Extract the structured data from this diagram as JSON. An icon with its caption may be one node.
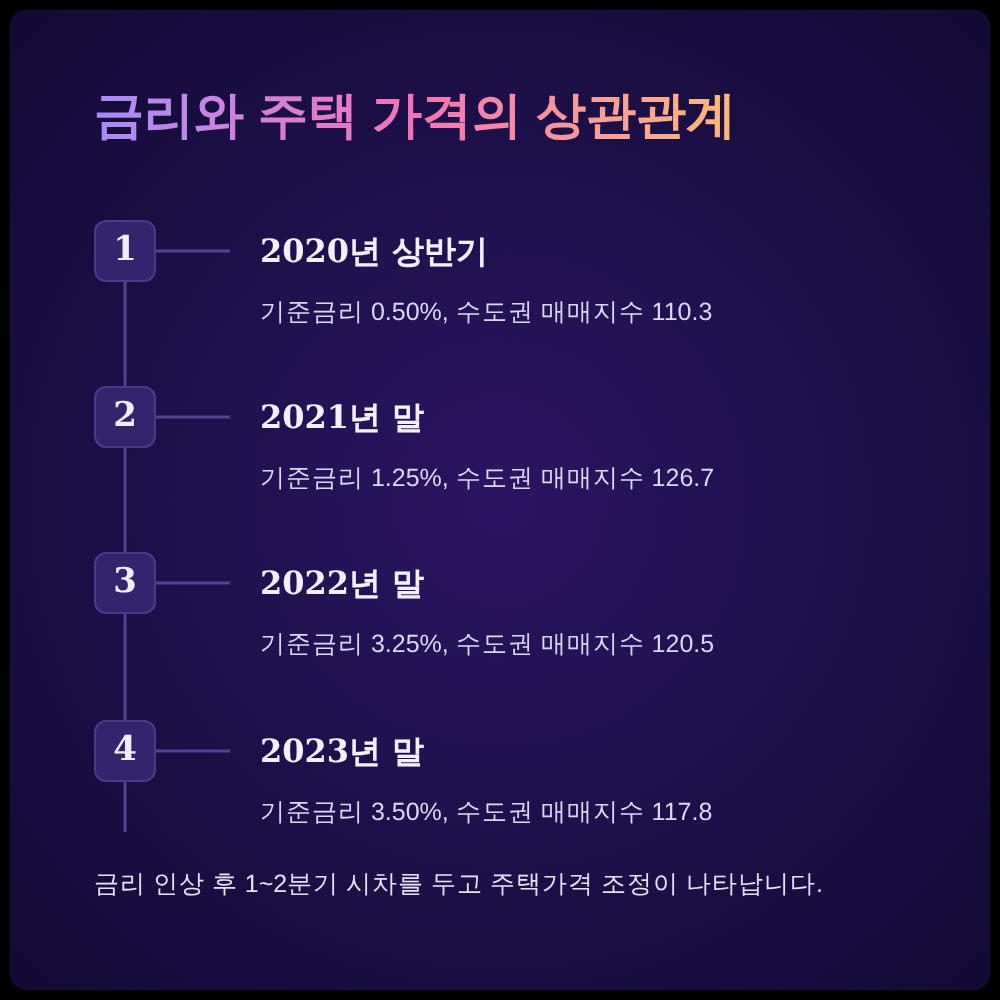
{
  "diagram": {
    "title": "금리와 주택 가격의 상관관계",
    "nodes": [
      {
        "text": [
          "1"
        ]
      },
      {
        "text": [
          "2"
        ]
      },
      {
        "text": [
          "3"
        ]
      },
      {
        "text": [
          "4"
        ]
      },
      {
        "text": [
          "2020년 상반기",
          "기준금리 0.50%, 수도권 매매지수 110.3"
        ]
      },
      {
        "text": [
          "2021년 말",
          "기준금리 1.25%, 수도권 매매지수 126.7"
        ]
      },
      {
        "text": [
          "2022년 말",
          "기준금리 3.25%, 수도권 매매지수 120.5"
        ]
      },
      {
        "text": [
          "2023년 말",
          "기준금리 3.50%, 수도권 매매지수 117.8"
        ]
      }
    ],
    "edges": [
      {
        "from": 0,
        "to": 4,
        "arrow": "none"
      },
      {
        "from": 1,
        "to": 5,
        "arrow": "none"
      },
      {
        "from": 2,
        "to": 6,
        "arrow": "none"
      },
      {
        "from": 3,
        "to": 7,
        "arrow": "none"
      },
      {
        "from": 0,
        "to": 1,
        "arrow": "none"
      },
      {
        "from": 1,
        "to": 2,
        "arrow": "none"
      },
      {
        "from": 2,
        "to": 3,
        "arrow": "none"
      },
      {
        "from": 3,
        "to": null,
        "arrow": "none"
      }
    ],
    "caption": "금리 인상 후 1~2분기 시차를 두고 주택가격 조정이 나타납니다."
  }
}
